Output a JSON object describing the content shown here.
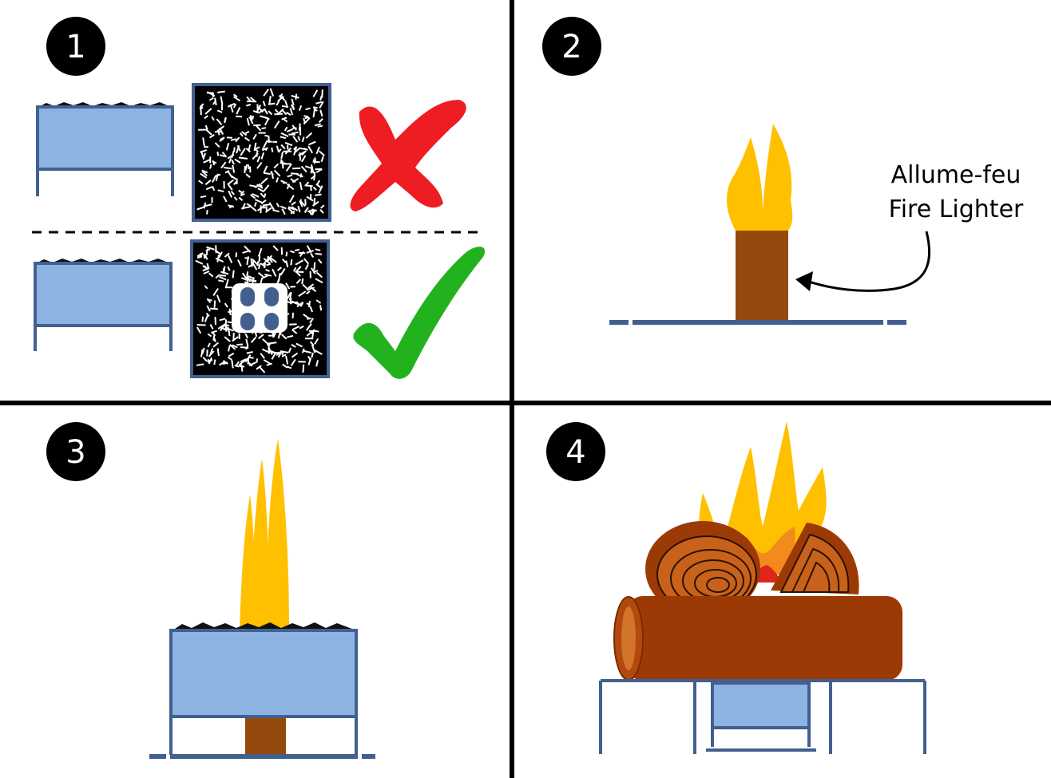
{
  "panels": [
    {
      "number": "1",
      "marks": [
        "cross",
        "check"
      ]
    },
    {
      "number": "2",
      "callout": {
        "line1": "Allume-feu",
        "line2": "Fire Lighter"
      }
    },
    {
      "number": "3"
    },
    {
      "number": "4"
    }
  ],
  "colors": {
    "divider": "#000000",
    "stove_fill": "#8db3e2",
    "stove_frame": "#41608f",
    "lighter_wood": "#944a0c",
    "flame_yellow": "#ffc000",
    "flame_orange": "#f28b1c",
    "flame_red": "#e0261b",
    "log_brown": "#9c3a06",
    "log_end": "#c8621a",
    "cross_red": "#ee1d24",
    "check_green": "#22b21d",
    "pellet_black": "#000000",
    "pellet_white": "#ffffff"
  },
  "icons": [
    "red-cross-icon",
    "green-check-icon",
    "flame-icon",
    "arrow-icon",
    "log-icon"
  ]
}
